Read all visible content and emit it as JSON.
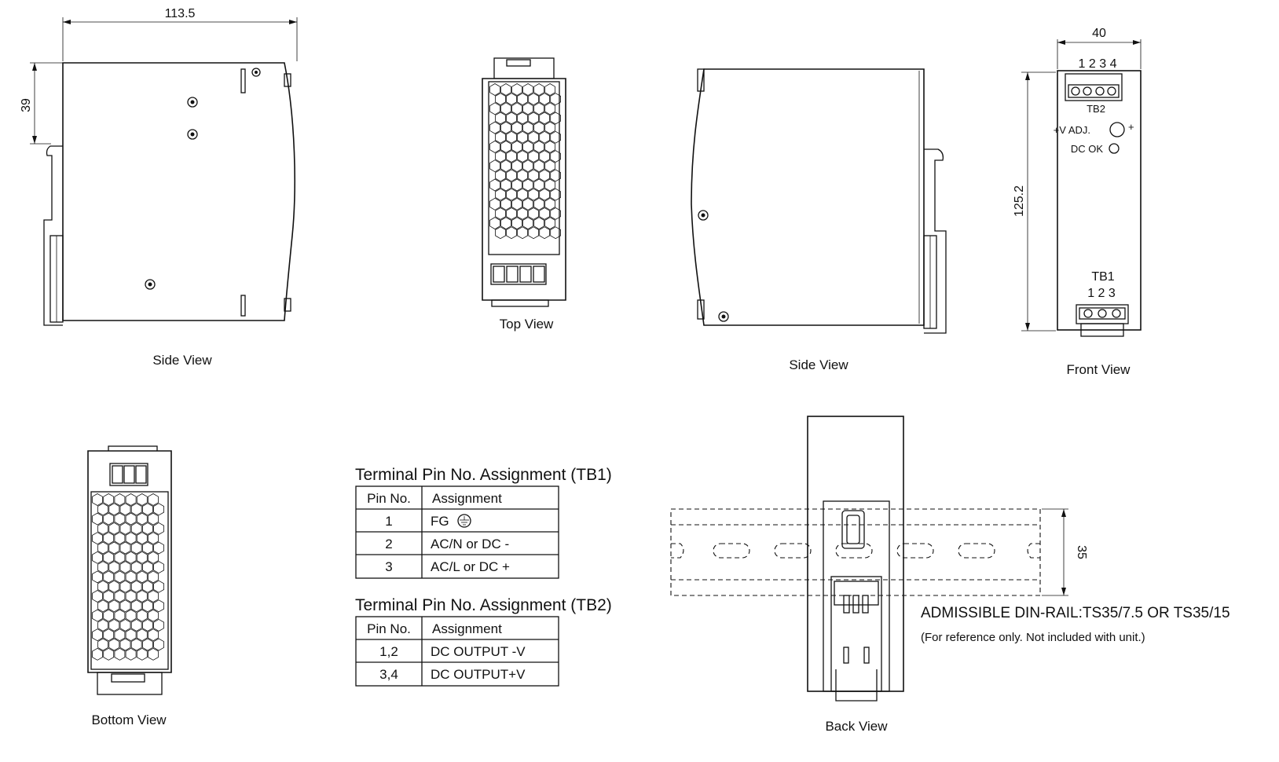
{
  "views": {
    "side_left": "Side View",
    "top": "Top View",
    "side_right": "Side View",
    "front": "Front View",
    "bottom": "Bottom View",
    "back": "Back View"
  },
  "dimensions": {
    "width_side": "113.5",
    "height_offset": "39",
    "width_front": "40",
    "height_front": "125.2",
    "rail_height": "35"
  },
  "front_labels": {
    "tb2_pins": "1 2 3 4",
    "tb2": "TB2",
    "vadj": "+V ADJ.",
    "plus": "+",
    "dcok": "DC OK",
    "tb1": "TB1",
    "tb1_pins": "1  2  3"
  },
  "tb1_table": {
    "title": "Terminal Pin No.  Assignment (TB1)",
    "headers": [
      "Pin No.",
      "Assignment"
    ],
    "rows": [
      [
        "1",
        "FG"
      ],
      [
        "2",
        "AC/N or DC -"
      ],
      [
        "3",
        "AC/L or DC +"
      ]
    ]
  },
  "tb2_table": {
    "title": "Terminal Pin No.  Assignment (TB2)",
    "headers": [
      "Pin No.",
      "Assignment"
    ],
    "rows": [
      [
        "1,2",
        "DC OUTPUT -V"
      ],
      [
        "3,4",
        "DC OUTPUT+V"
      ]
    ]
  },
  "rail": {
    "note": "ADMISSIBLE DIN-RAIL:TS35/7.5 OR TS35/15",
    "sub": "(For reference only. Not included with unit.)"
  },
  "icons": {
    "ground": "ground-symbol-icon"
  }
}
